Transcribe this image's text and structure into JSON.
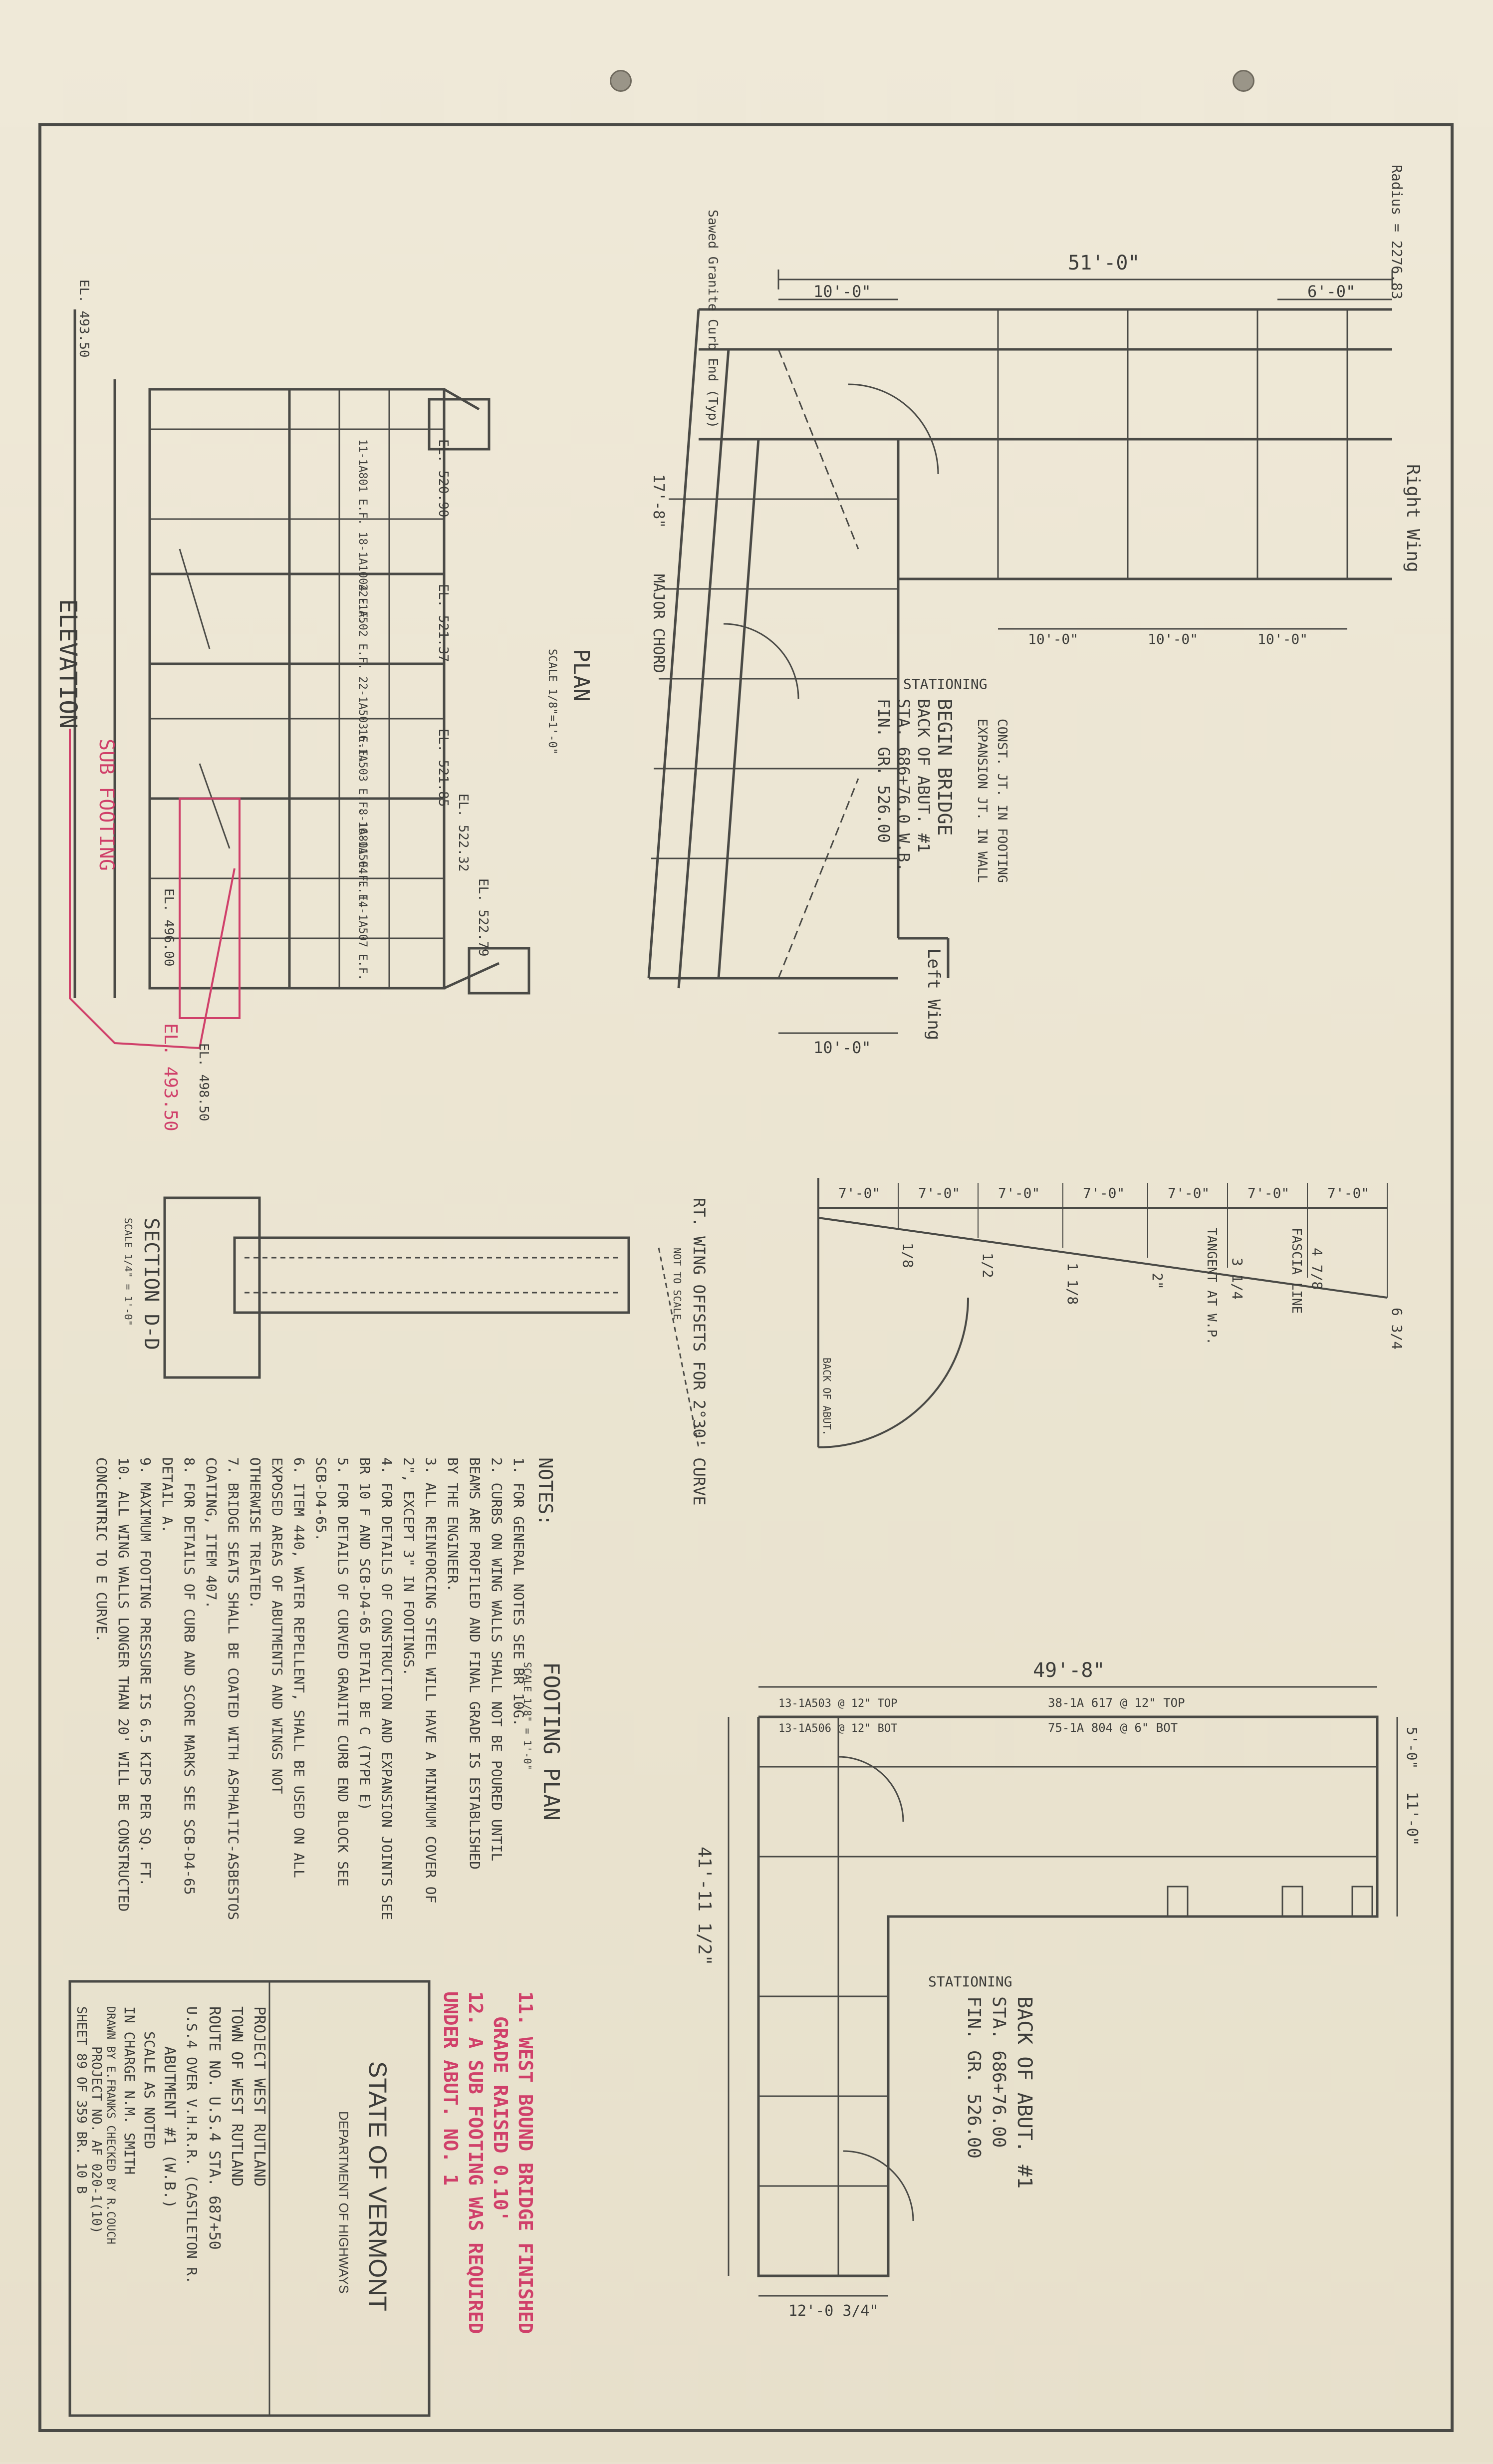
{
  "title_block": {
    "state": "STATE OF VERMONT",
    "department": "DEPARTMENT OF HIGHWAYS",
    "project_line": "PROJECT    WEST RUTLAND",
    "town_line": "TOWN OF  WEST RUTLAND",
    "route_line": "ROUTE NO. U.S.4     STA. 687+50",
    "crossing_line": "U.S.4 OVER V.H.R.R. (CASTLETON R.",
    "drawing_title": "ABUTMENT #1 (W.B.)",
    "scale_line": "SCALE  AS NOTED",
    "in_charge": "IN CHARGE  N.M. SMITH",
    "drawn_line": "DRAWN BY E.FRANKS  CHECKED BY  R.COUCH",
    "project_no": "PROJECT NO. AF 020-1(10)",
    "sheet_line": "SHEET  89  OF  359    BR. 10 B"
  },
  "red_notes": [
    "11. WEST BOUND BRIDGE FINISHED",
    "GRADE RAISED 0.10'",
    "12. A SUB FOOTING WAS REQUIRED",
    "UNDER ABUT. NO. 1"
  ],
  "notes": {
    "heading": "NOTES:",
    "lines": [
      "1. FOR GENERAL NOTES SEE BR 10G.",
      "2. CURBS ON WING WALLS SHALL NOT BE POURED UNTIL",
      "BEAMS ARE PROFILED AND FINAL GRADE IS ESTABLISHED",
      "BY THE ENGINEER.",
      "3. ALL REINFORCING STEEL WILL HAVE A MINIMUM COVER OF",
      "2\", EXCEPT 3\" IN FOOTINGS.",
      "4. FOR DETAILS OF CONSTRUCTION AND EXPANSION JOINTS SEE",
      "BR 10 F AND SCB-D4-65 DETAIL BE C (TYPE E)",
      "5. FOR DETAILS OF CURVED GRANITE CURB END BLOCK SEE",
      "SCB-D4-65.",
      "6. ITEM 440, WATER REPELLENT, SHALL BE USED ON ALL",
      "EXPOSED AREAS OF ABUTMENTS AND WINGS NOT",
      "OTHERWISE TREATED.",
      "7. BRIDGE SEATS SHALL BE COATED WITH ASPHALTIC-ASBESTOS",
      "COATING, ITEM 407.",
      "8. FOR DETAILS OF CURB AND SCORE MARKS SEE SCB-D4-65",
      "DETAIL A.",
      "9. MAXIMUM FOOTING PRESSURE IS 6.5 KIPS PER SQ. FT.",
      "10. ALL WING WALLS LONGER THAN 20' WILL BE CONSTRUCTED",
      "CONCENTRIC TO E CURVE."
    ]
  },
  "views": {
    "elevation": "ELEVATION",
    "sub_footing": "SUB FOOTING",
    "sub_el": "EL. 493.50",
    "section": "SECTION D-D",
    "section_scale": "SCALE 1/4\" = 1'-0\"",
    "plan": "PLAN",
    "plan_scale": "SCALE 1/8\"=1'-0\"",
    "footing_plan": "FOOTING PLAN",
    "footing_scale": "SCALE 1/8\" = 1'-0\"",
    "offsets": "RT. WING OFFSETS FOR 2°30' CURVE",
    "offsets_scale": "NOT TO SCALE"
  },
  "plan_labels": {
    "dim_51": "51'-0\"",
    "dim_10": "10'-0\"",
    "dim_6": "6'-0\"",
    "right_wing": "Right Wing",
    "left_wing": "Left Wing",
    "radius": "Radius = 2276.83",
    "granite": "Sawed Granite Curb End (Typ)",
    "stationing": "STATIONING",
    "begin_bridge": "BEGIN BRIDGE",
    "back_abut": "BACK OF ABUT. #1",
    "sta": "STA. 686+76.0 W.B.",
    "fin_gr": "FIN. GR. 526.00",
    "const_jt": "CONST. JT. IN FOOTING",
    "exp_jt": "EXPANSION JT. IN WALL",
    "major_chord": "MAJOR CHORD",
    "minor_chord": "17'-8\"",
    "bay": "10'-0\""
  },
  "elevation_labels": {
    "el_503": "EL. 493.50",
    "el_521a": "EL. 520.90",
    "el_521b": "EL. 521.37",
    "el_521c": "EL. 521.85",
    "el_522a": "EL. 522.32",
    "el_522b": "EL. 522.79",
    "el_498": "EL. 498.50",
    "el_496": "EL. 496.00",
    "bars_a": "11-1A801 E.F. 18-1A1004 E.F.",
    "bars_b": "22-1A502 E.F. 22-1A503 E.F.",
    "bars_c": "16-1A503 E.F. 16-1A504 E.F.",
    "bars_d": "8-1A801 E.F. 14-1A507 E.F."
  },
  "footing_labels": {
    "dim_49": "49'-8\"",
    "dim_41": "41'-11 1/2\"",
    "dim_12": "12'-0 3/4\"",
    "dim_11": "11'-0\"",
    "dim_5": "5'-0\"",
    "bars_top": "38-1A 617 @ 12\" TOP",
    "bars_bot": "75-1A 804 @ 6\" BOT",
    "bars_left_top": "13-1A503 @ 12\" TOP",
    "bars_left_bot": "13-1A506 @ 12\" BOT",
    "stationing": "STATIONING",
    "back_abut": "BACK OF ABUT. #1",
    "sta": "STA. 686+76.00",
    "fin_gr": "FIN. GR. 526.00"
  },
  "offsets_values": {
    "spacings": [
      "7'-0\"",
      "7'-0\"",
      "7'-0\"",
      "7'-0\"",
      "7'-0\"",
      "7'-0\"",
      "7'-0\""
    ],
    "values": [
      "1/8",
      "1/2",
      "1 1/8",
      "2\"",
      "3 1/4",
      "4 7/8",
      "6 3/4"
    ],
    "tangent": "TANGENT AT W.P.",
    "fascia": "FASCIA LINE",
    "back_of_abut": "BACK OF ABUT."
  }
}
